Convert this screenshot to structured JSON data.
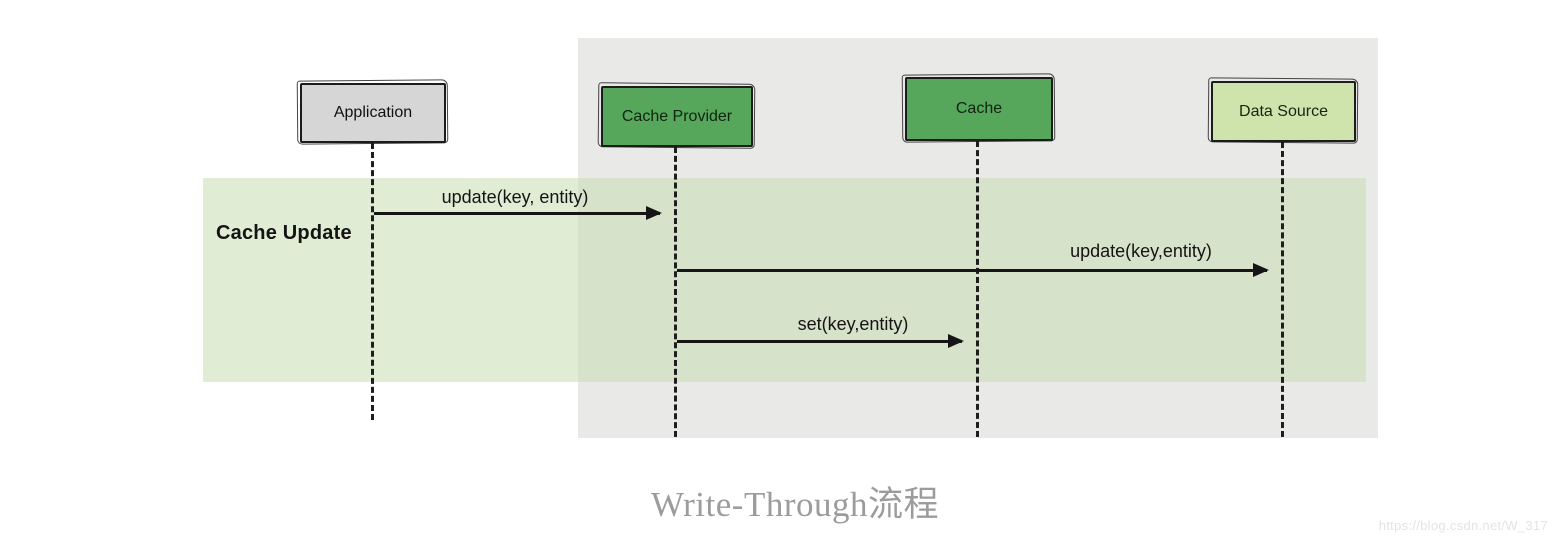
{
  "diagram": {
    "band_label": "Cache Update",
    "actors": [
      {
        "id": "application",
        "label": "Application",
        "fill": "#d6d6d6"
      },
      {
        "id": "cache-provider",
        "label": "Cache Provider",
        "fill": "#56a65c"
      },
      {
        "id": "cache",
        "label": "Cache",
        "fill": "#56a65c"
      },
      {
        "id": "data-source",
        "label": "Data Source",
        "fill": "#cfe3ad"
      }
    ],
    "messages": [
      {
        "label": "update(key, entity)",
        "from": "Application",
        "to": "Cache Provider"
      },
      {
        "label": "update(key,entity)",
        "from": "Cache Provider",
        "to": "Data Source"
      },
      {
        "label": "set(key,entity)",
        "from": "Cache Provider",
        "to": "Cache"
      }
    ],
    "colors": {
      "system_panel": "#e9e9e8",
      "band": "#dcead2",
      "line": "#151515",
      "caption_text": "#9c9c9c"
    }
  },
  "caption": "Write-Through流程",
  "watermark": "https://blog.csdn.net/W_317"
}
